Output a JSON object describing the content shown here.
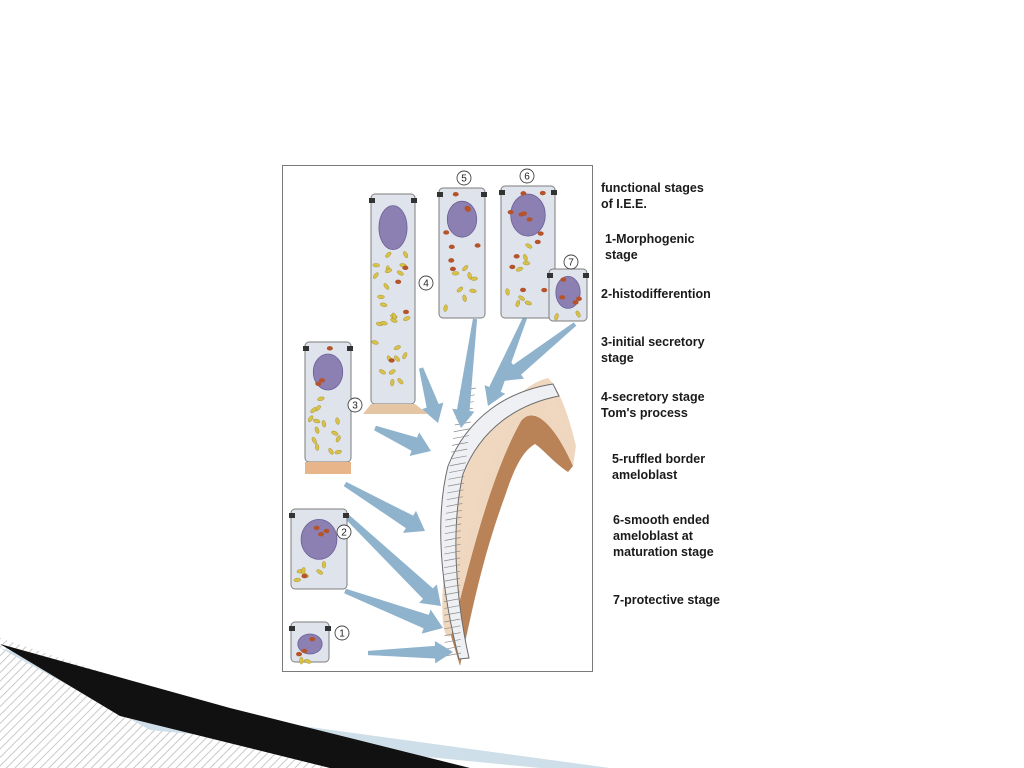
{
  "figure": {
    "stage_numbers": [
      "1",
      "2",
      "3",
      "4",
      "5",
      "6",
      "7"
    ]
  },
  "legend": {
    "heading": "functional stages\nof I.E.E.",
    "stages": [
      "1-Morphogenic\nstage",
      "2-histodifferention",
      "3-initial  secretory\nstage",
      "4-secretory stage\nTom's process",
      "5-ruffled border\nameloblast",
      "6-smooth ended\nameloblast at\nmaturation stage",
      "7-protective stage"
    ]
  },
  "colors": {
    "cell_fill": "#dfe3ec",
    "nucleus": "#8c80b3",
    "mitochondria": "#d8c24a",
    "granules": "#b5532a",
    "arrows": "#8fb3cc",
    "enamel": "#efd7bf",
    "dentin": "#b98357",
    "corner_dark": "#111111",
    "corner_light": "#cfdfe9"
  }
}
